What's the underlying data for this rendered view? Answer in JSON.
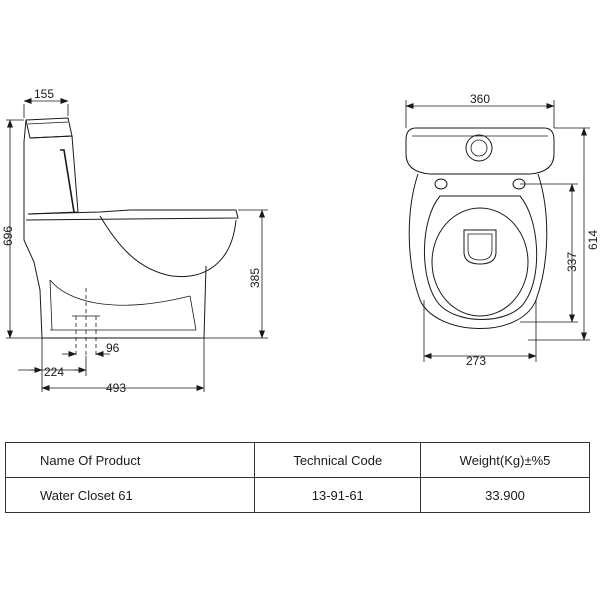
{
  "dimensions": {
    "side_top_width": "155",
    "side_height": "696",
    "side_seat_height": "385",
    "side_outlet_width": "96",
    "side_outlet_offset": "224",
    "side_length": "493",
    "top_width": "360",
    "top_depth": "614",
    "top_seat_depth": "337",
    "top_seat_width": "273"
  },
  "table": {
    "headers": [
      "Name Of Product",
      "Technical Code",
      "Weight(Kg)±%5"
    ],
    "rows": [
      [
        "Water Closet 61",
        "13-91-61",
        "33.900"
      ]
    ]
  }
}
